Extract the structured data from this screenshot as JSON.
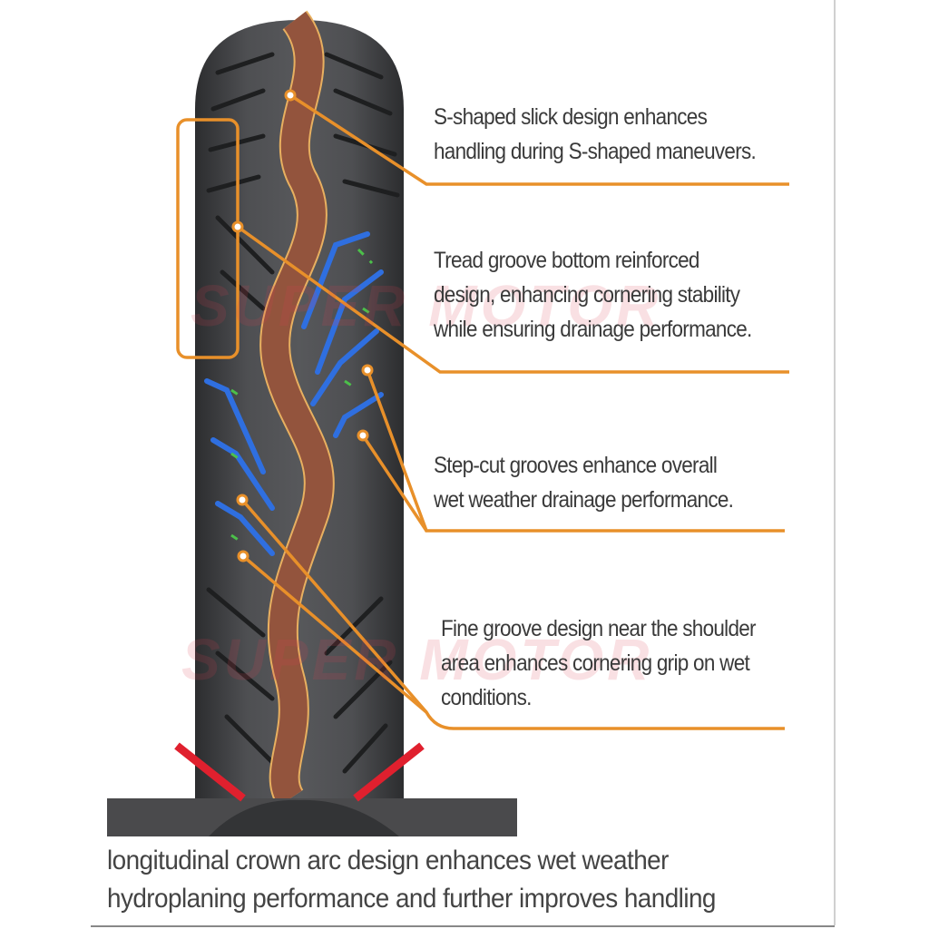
{
  "callouts": [
    {
      "lines": [
        "S-shaped slick design enhances",
        "handling during S-shaped maneuvers."
      ]
    },
    {
      "lines": [
        "Tread groove bottom reinforced",
        "design, enhancing cornering stability",
        "while ensuring drainage performance."
      ]
    },
    {
      "lines": [
        "Step-cut grooves enhance overall",
        "wet weather drainage performance."
      ]
    },
    {
      "lines": [
        "Fine groove design near the shoulder",
        "area enhances cornering grip on wet",
        "conditions."
      ]
    }
  ],
  "caption": {
    "lines": [
      "longitudinal crown arc design enhances wet weather",
      "hydroplaning performance and further improves handling"
    ]
  },
  "watermark": "SUPER MOTOR",
  "colors": {
    "accent": "#e8902a",
    "tire": "#4a4b4d",
    "groove_blue": "#2f6fe0",
    "groove_green": "#4cc04a",
    "crown": "#8a4a3a",
    "red": "#e0202e",
    "text": "#3a3a3a"
  }
}
